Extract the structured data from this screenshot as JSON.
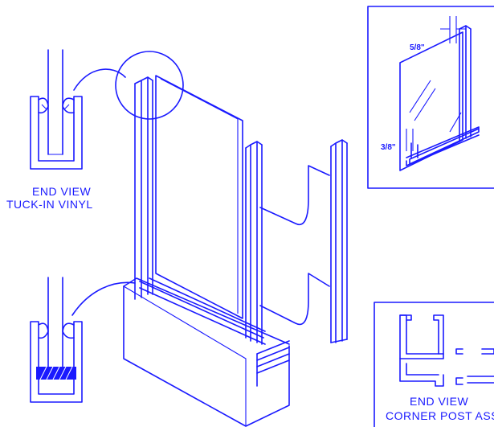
{
  "labels": {
    "end_view_1": "END VIEW",
    "tuck_in_vinyl": "TUCK-IN VINYL",
    "dim_top": "5/8\"",
    "dim_bottom": "3/8\"",
    "end_view_2": "END VIEW",
    "corner_post": "CORNER POST ASS"
  },
  "colors": {
    "line": "#1a1aff",
    "background": "#ffffff"
  }
}
